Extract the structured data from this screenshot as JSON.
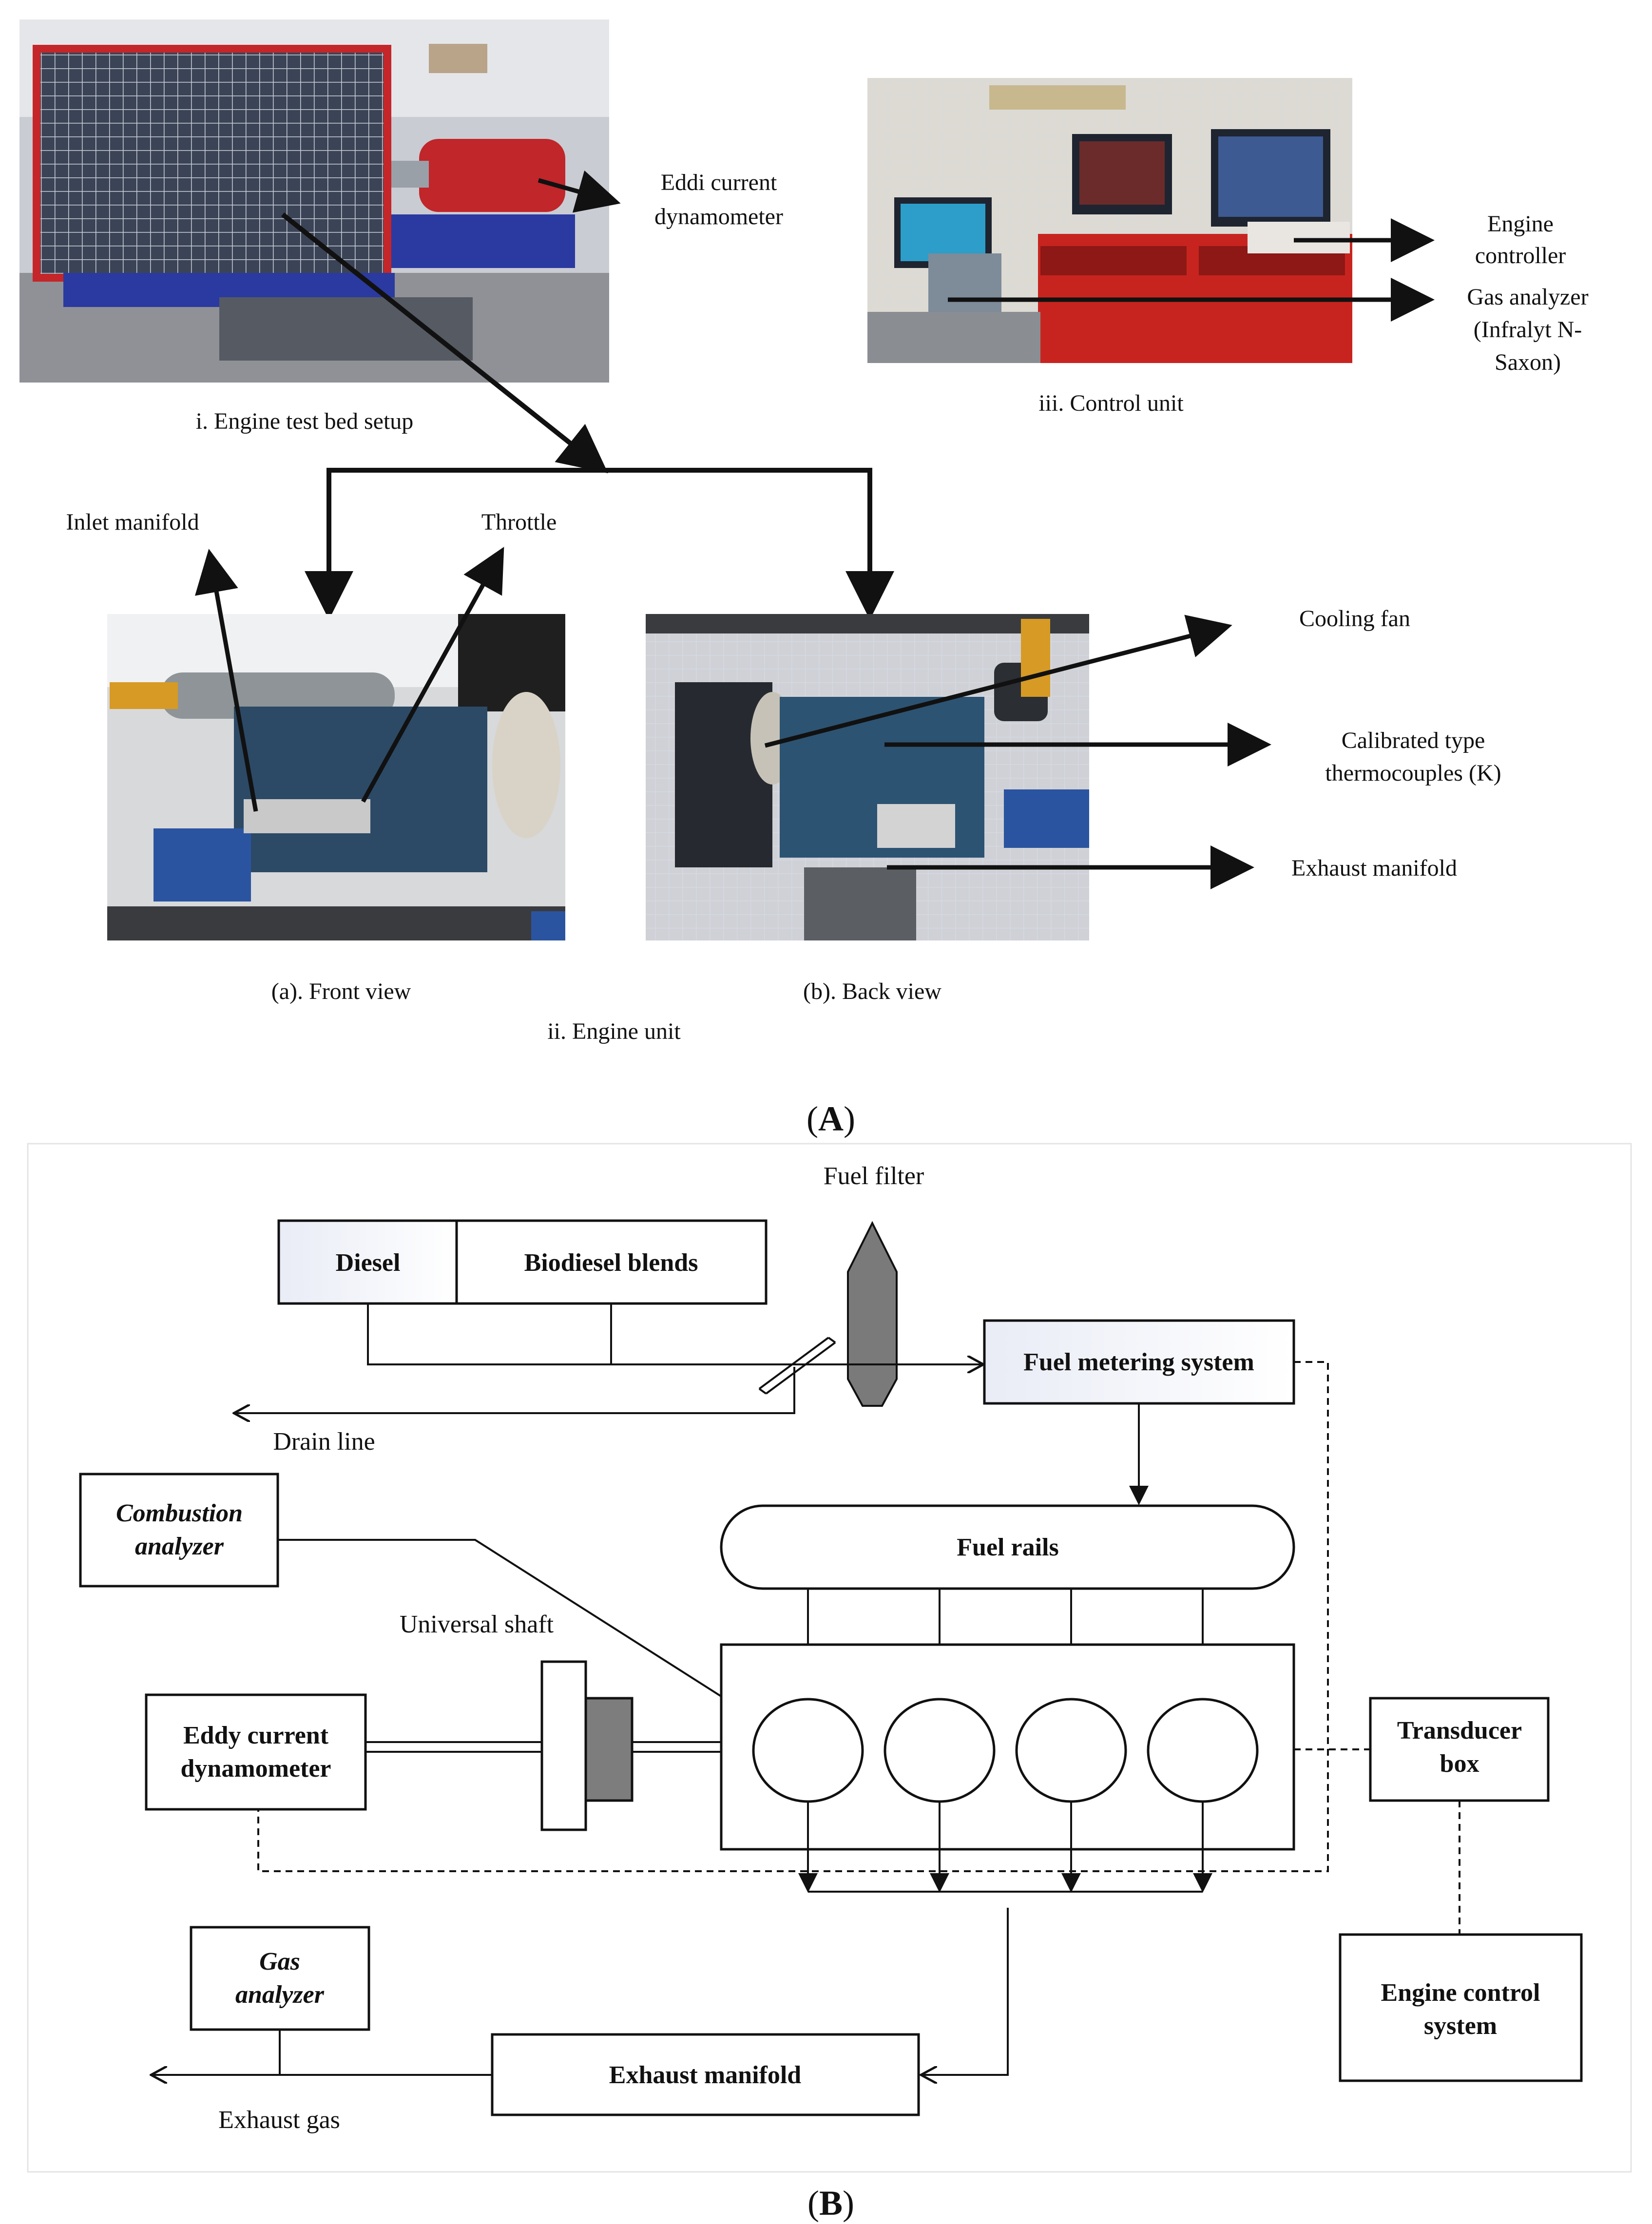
{
  "panel_a": {
    "label_open": "(",
    "label_letter": "A",
    "label_close": ")",
    "test_bed": {
      "caption": "i. Engine test bed setup",
      "dyno_label_1": "Eddi current",
      "dyno_label_2": "dynamometer"
    },
    "control_unit": {
      "caption": "iii. Control unit",
      "engine_controller_1": "Engine",
      "engine_controller_2": "controller",
      "gas_analyzer_1": "Gas analyzer",
      "gas_analyzer_2": "(Infralyt N-",
      "gas_analyzer_3": "Saxon)"
    },
    "engine_unit": {
      "caption": "ii. Engine unit",
      "front_caption": "(a). Front view",
      "back_caption": "(b). Back view",
      "inlet_manifold": "Inlet manifold",
      "throttle": "Throttle",
      "cooling_fan": "Cooling fan",
      "thermocouples_1": "Calibrated type",
      "thermocouples_2": "thermocouples (K)",
      "exhaust_manifold": "Exhaust manifold"
    }
  },
  "panel_b": {
    "label_open": "(",
    "label_letter": "B",
    "label_close": ")",
    "fuel_filter": "Fuel filter",
    "diesel": "Diesel",
    "biodiesel": "Biodiesel blends",
    "fuel_metering": "Fuel metering system",
    "drain_line": "Drain line",
    "combustion_1": "Combustion",
    "combustion_2": "analyzer",
    "fuel_rails": "Fuel rails",
    "universal_shaft": "Universal shaft",
    "eddy_1": "Eddy current",
    "eddy_2": "dynamometer",
    "transducer_1": "Transducer",
    "transducer_2": "box",
    "gas_1": "Gas",
    "gas_2": "analyzer",
    "ecs_1": "Engine control",
    "ecs_2": "system",
    "exhaust_manifold": "Exhaust manifold",
    "exhaust_gas": "Exhaust gas"
  },
  "colors": {
    "line": "#111111",
    "filter": "#7a7a7a",
    "coupling": "#7d7d7d",
    "box_shade": "#eef0f7"
  }
}
